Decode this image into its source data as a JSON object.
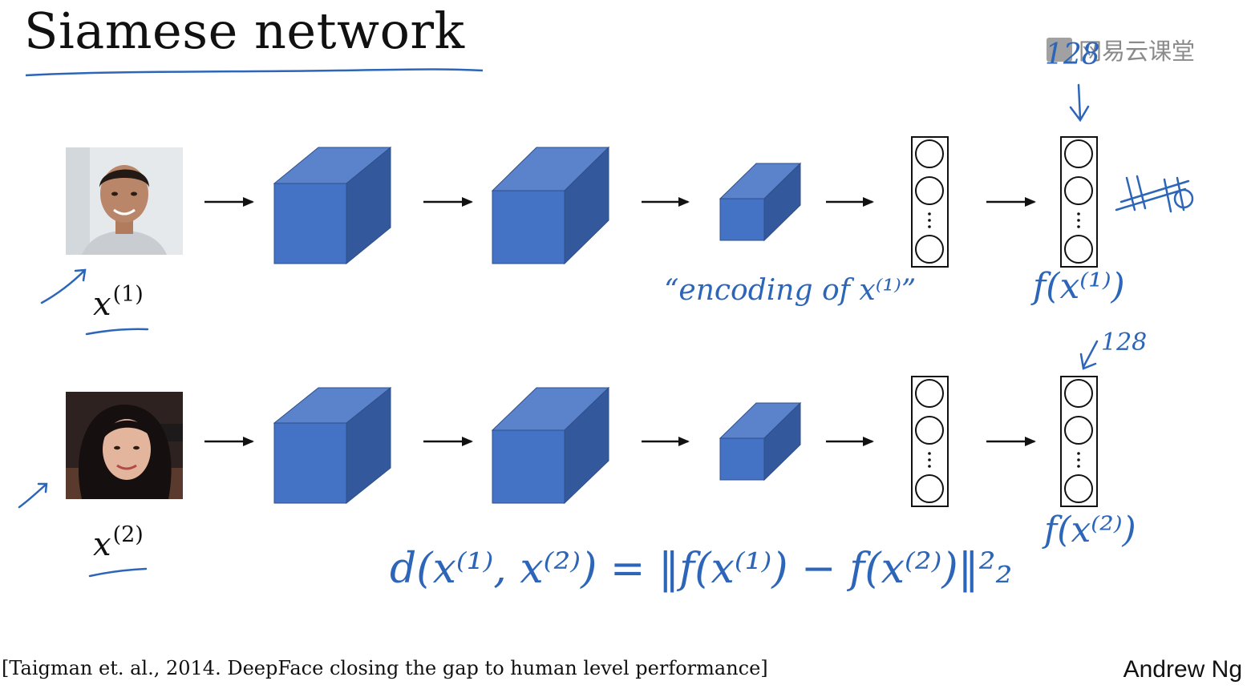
{
  "title": "Siamese network",
  "watermark": "网易云课堂",
  "inputs": {
    "x1_base": "x",
    "x1_sup": "(1)",
    "x2_base": "x",
    "x2_sup": "(2)"
  },
  "annotations": {
    "encoding": "“encoding of x⁽¹⁾”",
    "f_x1": "f(x⁽¹⁾)",
    "f_x2": "f(x⁽²⁾)",
    "dim_top": "128",
    "dim_bottom": "128",
    "distance": "d(x⁽¹⁾, x⁽²⁾) = ‖f(x⁽¹⁾) − f(x⁽²⁾)‖²₂"
  },
  "citation": "[Taigman et. al., 2014. DeepFace closing the gap to human level performance]",
  "author": "Andrew Ng",
  "colors": {
    "cube_front": "#4472c4",
    "cube_top": "#5a83cc",
    "cube_side": "#33589b",
    "handwriting": "#2d66b8"
  },
  "icons": [
    "arrow-right-icon",
    "neuron-circle-icon",
    "ellipsis-icon"
  ]
}
